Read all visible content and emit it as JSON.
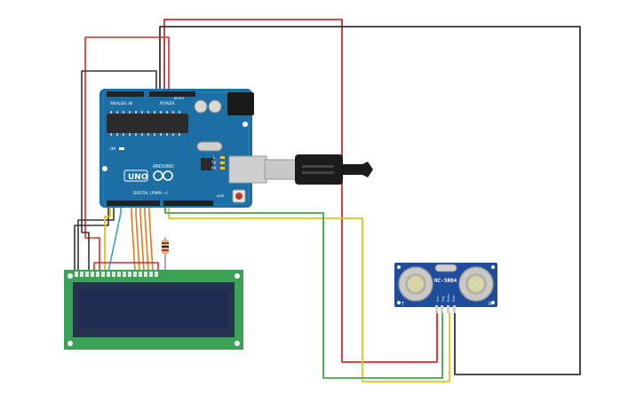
{
  "arduino": {
    "model_label": "UNO",
    "brand_label": "ARDUINO",
    "digital_label": "DIGITAL (PWM ~)",
    "power_label": "POWER",
    "analog_label": "ANALOG IN",
    "led_tx": "TX",
    "led_rx": "RX",
    "led_l": "L",
    "led_on": "ON",
    "reset_label": "RESET",
    "aref_label": "AREF"
  },
  "sensor": {
    "model_label": "HC-SR04",
    "pin_labels": [
      "Vcc",
      "Trig",
      "Echo",
      "Gnd"
    ],
    "side_left": "T",
    "side_right": "R"
  },
  "colors": {
    "board_blue": "#1c6fa5",
    "board_blue_dark": "#155a88",
    "lcd_green": "#3aa157",
    "lcd_screen": "#1f2b50",
    "sensor_blue": "#1f4d9c",
    "wire_red": "#d32b2b",
    "wire_black": "#333333",
    "wire_yellow": "#e6c21a",
    "wire_green": "#3fa84a",
    "wire_orange": "#e07b1a",
    "wire_teal": "#34a3b5"
  }
}
